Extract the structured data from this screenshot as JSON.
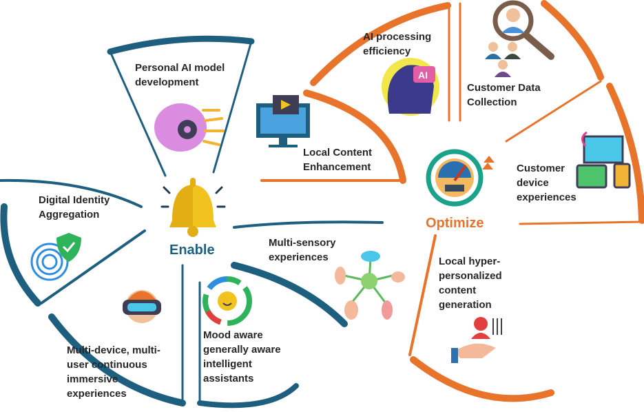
{
  "colors": {
    "enable": "#1e5f80",
    "optimize": "#e8732a",
    "bell": "#f2c21f"
  },
  "enable": {
    "hub_label": "Enable",
    "items": [
      {
        "label": "Personal AI model development",
        "icon": "brain-gear-icon"
      },
      {
        "label": "Digital Identity Aggregation",
        "icon": "fingerprint-shield-icon"
      },
      {
        "label": "Multi-device, multi-user continuous immersive experiences",
        "icon": "vr-headset-icon"
      },
      {
        "label": "Mood aware generally aware intelligent assistants",
        "icon": "mood-dial-icon"
      },
      {
        "label": "Multi-sensory experiences",
        "icon": "senses-icon"
      }
    ]
  },
  "optimize": {
    "hub_label": "Optimize",
    "items": [
      {
        "label": "Local Content Enhancement",
        "icon": "video-editor-icon"
      },
      {
        "label": "AI processing efficiency",
        "icon": "ai-head-icon"
      },
      {
        "label": "Customer Data Collection",
        "icon": "people-search-icon"
      },
      {
        "label": "Customer device experiences",
        "icon": "devices-icon"
      },
      {
        "label": "Local hyper-personalized content generation",
        "icon": "personalization-icon"
      }
    ]
  }
}
